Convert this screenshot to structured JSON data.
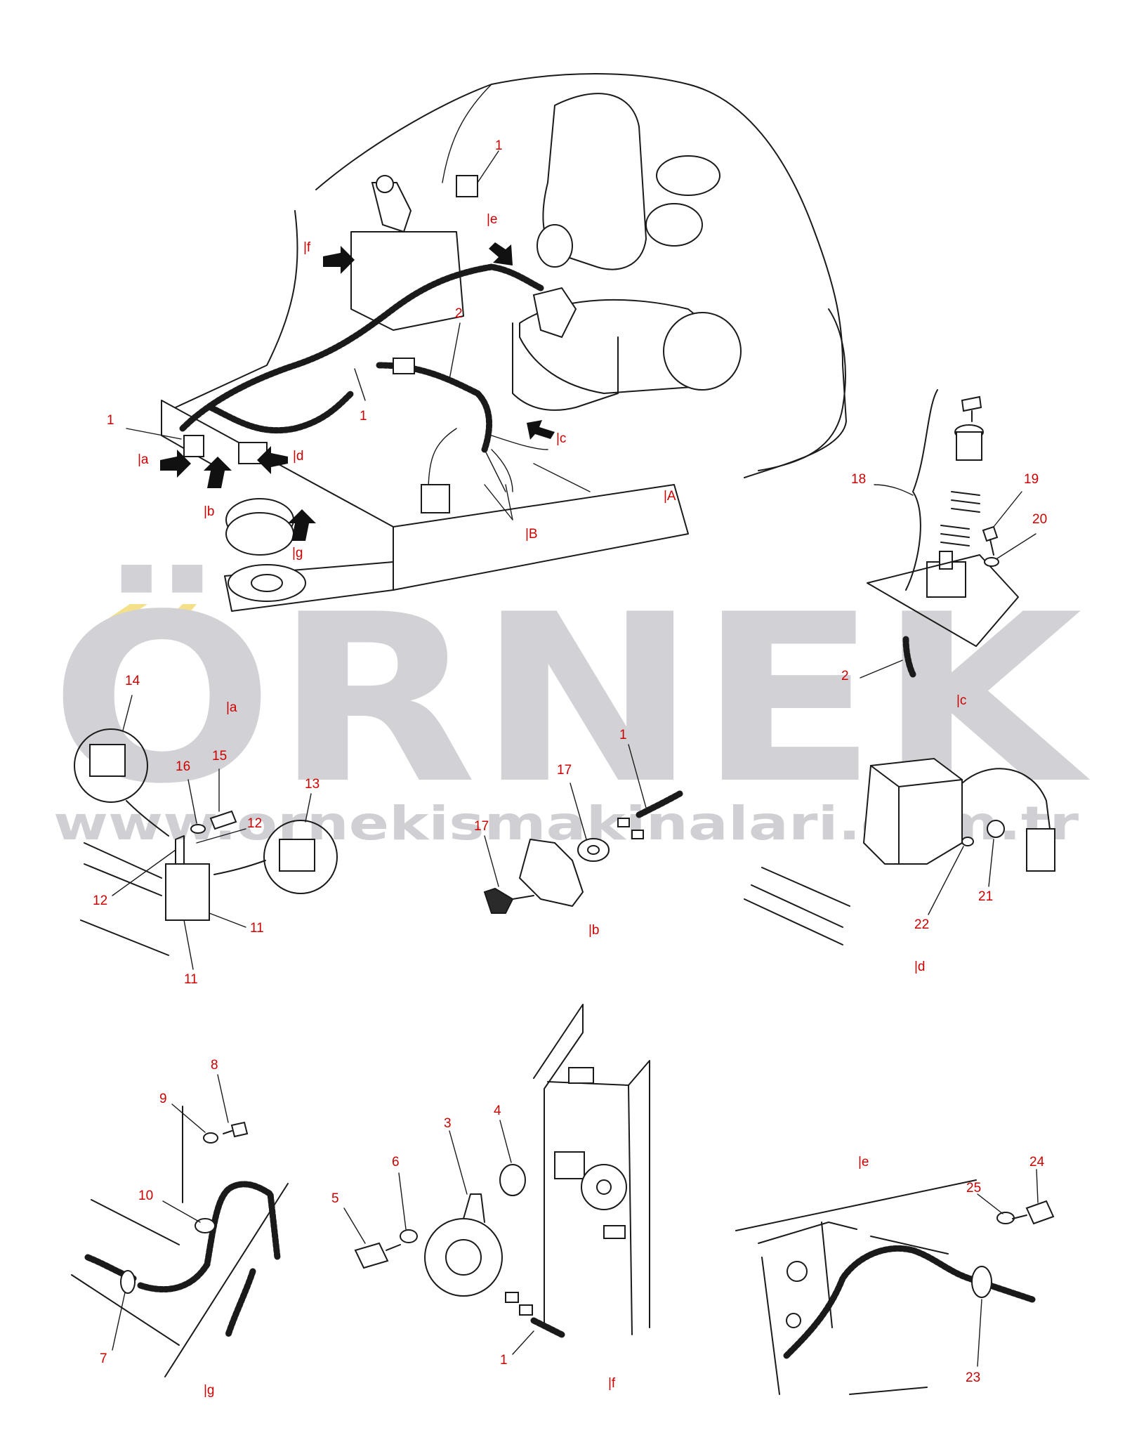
{
  "watermark": {
    "brand": "ÖRNEK",
    "url": "www.ornekismakinalari.com.tr",
    "accent_color": "#f5e08a",
    "text_color": "#d2d2d6"
  },
  "callout_color": "#cc0000",
  "views": {
    "main": "|A",
    "b_main": "|B",
    "a": "|a",
    "b": "|b",
    "c": "|c",
    "d": "|d",
    "e": "|e",
    "f": "|f",
    "g": "|g"
  },
  "main_refs": {
    "f": "|f",
    "e": "|e",
    "a": "|a",
    "d": "|d",
    "b": "|b",
    "g": "|g",
    "c": "|c"
  },
  "callouts": {
    "main_1_top": "1",
    "main_1_mid": "1",
    "main_1_left": "1",
    "main_2": "2",
    "c_18": "18",
    "c_19": "19",
    "c_20": "20",
    "c_2": "2",
    "a_14": "14",
    "a_16": "16",
    "a_15": "15",
    "a_13": "13",
    "a_12_right": "12",
    "a_12_left": "12",
    "a_11_right": "11",
    "a_11_bottom": "11",
    "b_1": "1",
    "b_17_top": "17",
    "b_17_left": "17",
    "d_22": "22",
    "d_21": "21",
    "g_8": "8",
    "g_9": "9",
    "g_10": "10",
    "g_7": "7",
    "f_4": "4",
    "f_3": "3",
    "f_6": "6",
    "f_5": "5",
    "f_1": "1",
    "e_24": "24",
    "e_25": "25",
    "e_23": "23"
  }
}
